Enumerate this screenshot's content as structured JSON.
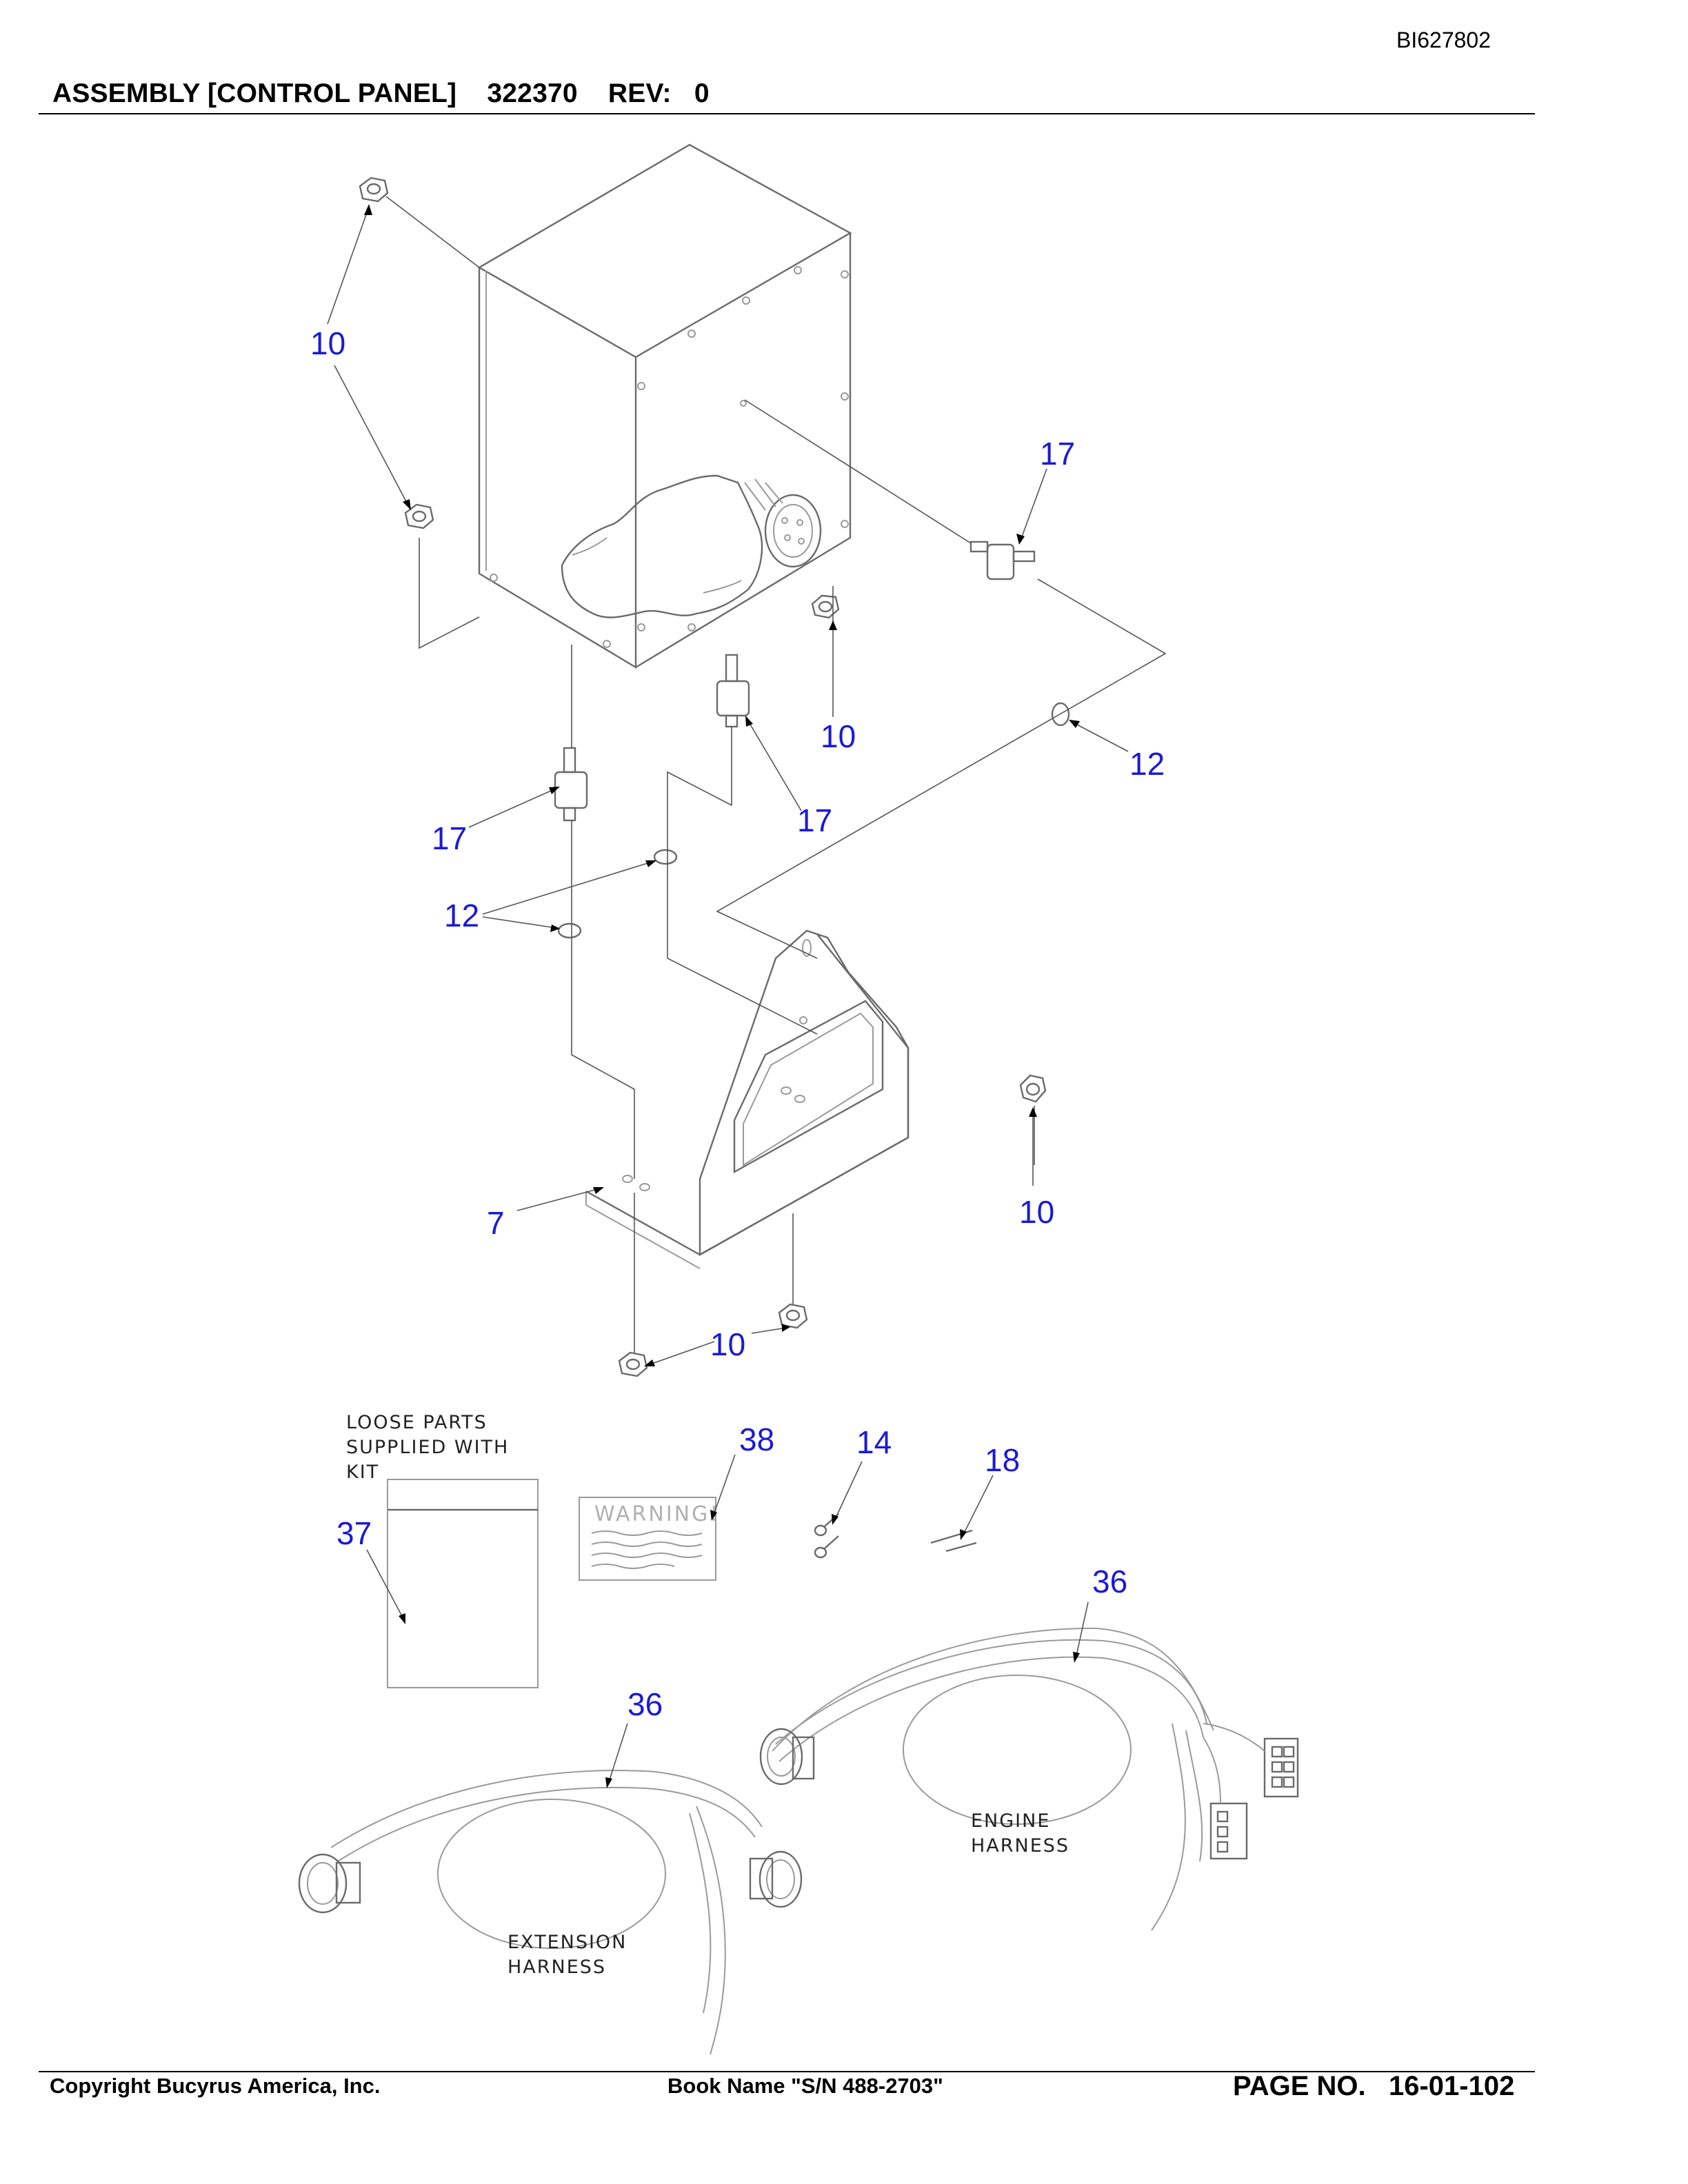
{
  "document_id": "BI627802",
  "header": {
    "title": "ASSEMBLY [CONTROL PANEL]",
    "part_number": "322370",
    "rev_label": "REV:",
    "rev_value": "0"
  },
  "callouts": {
    "c10_top": "10",
    "c17_right": "17",
    "c10_mid": "10",
    "c12_right": "12",
    "c17_left": "17",
    "c17_mid": "17",
    "c12_left": "12",
    "c7": "7",
    "c10_bracket": "10",
    "c10_bottom": "10",
    "c38": "38",
    "c14": "14",
    "c18": "18",
    "c37": "37",
    "c36_engine": "36",
    "c36_extension": "36"
  },
  "notes": {
    "loose_parts": [
      "LOOSE PARTS",
      "SUPPLIED WITH",
      "KIT"
    ],
    "warning_label": "WARNING!",
    "engine_harness": [
      "ENGINE",
      "HARNESS"
    ],
    "extension_harness": [
      "EXTENSION",
      "HARNESS"
    ]
  },
  "footer": {
    "copyright": "Copyright Bucyrus America, Inc.",
    "book_name": "Book Name \"S/N 488-2703\"",
    "page_label": "PAGE NO.",
    "page_value": "16-01-102"
  }
}
